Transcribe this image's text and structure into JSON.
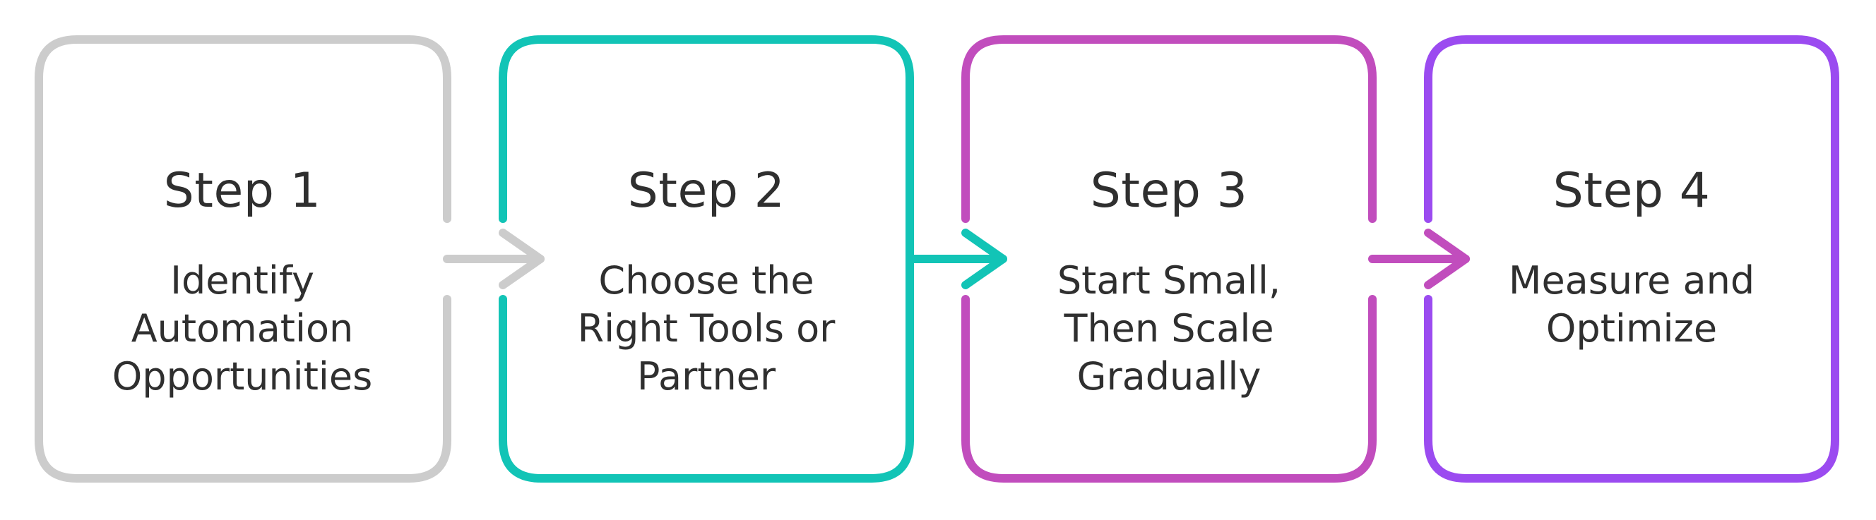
{
  "colors": {
    "step1": "#cccccc",
    "step2": "#12c4b6",
    "step3": "#c14dbd",
    "step4": "#9b4bf0",
    "text": "#2f2f2f",
    "background": "#ffffff"
  },
  "steps": [
    {
      "title": "Step 1",
      "text": "Identify\nAutomation\nOpportunities"
    },
    {
      "title": "Step 2",
      "text": "Choose the\nRight Tools or\nPartner"
    },
    {
      "title": "Step 3",
      "text": "Start Small,\nThen Scale\nGradually"
    },
    {
      "title": "Step 4",
      "text": "Measure and\nOptimize"
    }
  ]
}
